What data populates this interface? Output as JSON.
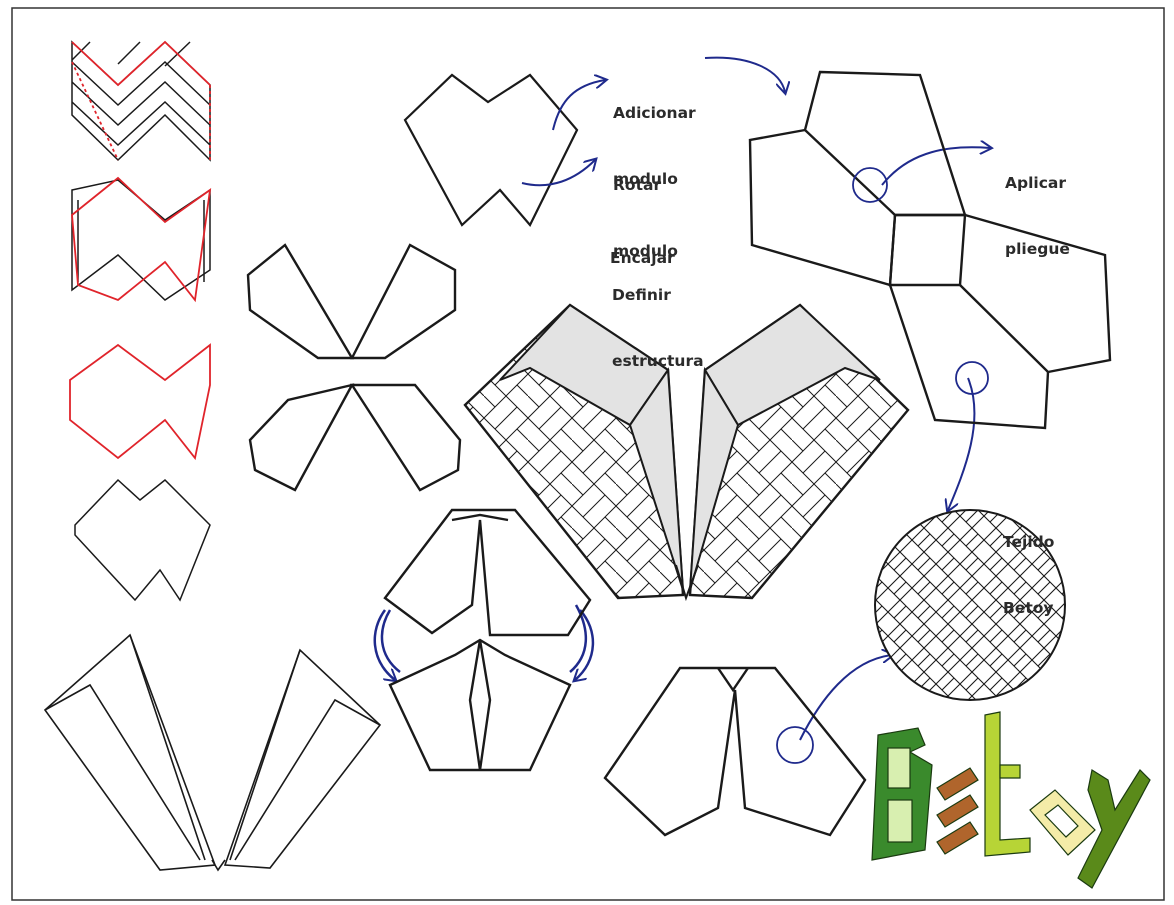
{
  "labels": {
    "adicionar": [
      "Adicionar",
      "modulo"
    ],
    "rotar": [
      "Rotar",
      "modulo"
    ],
    "encajar": [
      "Encajar"
    ],
    "definir": [
      "Definir",
      "estructura"
    ],
    "aplicar": [
      "Aplicar",
      "pliegue"
    ],
    "tejido": [
      "Tejido",
      "Betoy"
    ]
  },
  "logo": {
    "word": "Betoy"
  },
  "colors": {
    "stroke": "#1a1a1a",
    "red": "#e0242b",
    "arrow": "#1f2a8c",
    "shade": "#e3e3e3",
    "green_dark": "#3a8a2c",
    "green_light": "#b7d436",
    "brown": "#b0652c",
    "cream": "#f4eca8",
    "olive": "#5a8a1a"
  }
}
